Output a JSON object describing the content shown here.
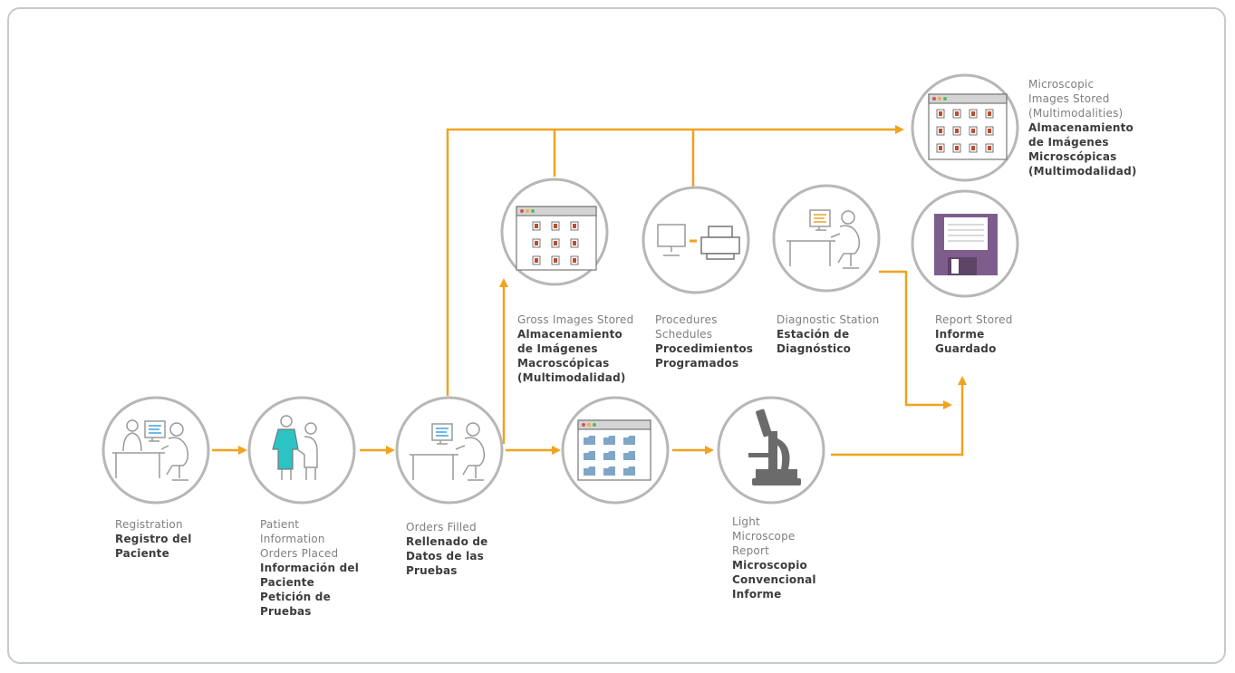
{
  "colors": {
    "arrow": "#f2a21e",
    "circle_stroke": "#b7b7b7",
    "icon_stroke": "#9a9a9a",
    "accent_blue": "#3fa4dd",
    "teal": "#2cc3c5",
    "orange_doc": "#e8a32a",
    "floppy": "#7e5d8c",
    "microscope": "#6b6b6b"
  },
  "nodes": {
    "registration": {
      "en": "Registration",
      "es": "Registro del\nPaciente"
    },
    "patient_info": {
      "en": "Patient\nInformation\nOrders Placed",
      "es": "Información del\nPaciente\nPetición de\nPruebas"
    },
    "orders_filled": {
      "en": "Orders Filled",
      "es": "Rellenado de\nDatos de las\nPruebas"
    },
    "light_microscope": {
      "en": "Light\nMicroscope\nReport",
      "es": "Microscopio\nConvencional\nInforme"
    },
    "gross_images": {
      "en": "Gross Images Stored",
      "es": "Almacenamiento\nde Imágenes\nMacroscópicas\n(Multimodalidad)"
    },
    "procedures": {
      "en": "Procedures\nSchedules",
      "es": "Procedimientos\nProgramados"
    },
    "diagnostic": {
      "en": "Diagnostic Station",
      "es": "Estación de\nDiagnóstico"
    },
    "report_stored": {
      "en": "Report Stored",
      "es": "Informe\nGuardado"
    },
    "microscopic_images": {
      "en": "Microscopic\nImages Stored\n(Multimodalities)",
      "es": "Almacenamiento\nde Imágenes\nMicroscópicas\n(Multimodalidad)"
    }
  },
  "icons": {
    "registration": "clerk-at-desk-icon",
    "patient_info": "patient-and-nurse-icon",
    "orders_filled": "technician-at-desk-icon",
    "folders_window": "folder-window-icon",
    "light_microscope": "microscope-icon",
    "gross_images": "image-grid-window-icon",
    "procedures": "computer-and-printer-icon",
    "diagnostic": "diagnostician-at-desk-icon",
    "report_stored": "floppy-disk-icon",
    "microscopic_images": "image-grid-window-icon"
  }
}
